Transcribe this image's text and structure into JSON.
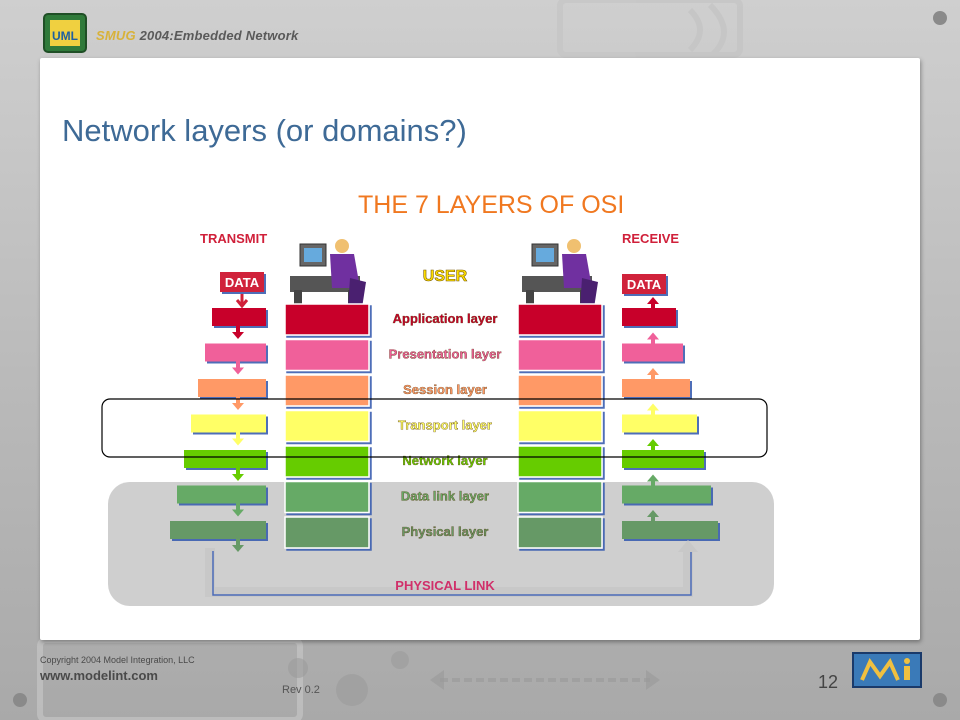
{
  "header": {
    "logo_text": "UML",
    "smug": "SMUG",
    "conference": "2004:Embedded Network"
  },
  "slide": {
    "title": "Network layers (or domains?)"
  },
  "diagram": {
    "title": "THE 7 LAYERS OF OSI",
    "transmit_label": "TRANSMIT",
    "receive_label": "RECEIVE",
    "data_label_left": "DATA",
    "data_label_right": "DATA",
    "user_label": "USER",
    "physical_link_label": "PHYSICAL LINK",
    "layers": [
      {
        "name": "Application layer",
        "color": "#c8002a"
      },
      {
        "name": "Presentation layer",
        "color": "#f0609a"
      },
      {
        "name": "Session layer",
        "color": "#ff9966"
      },
      {
        "name": "Transport layer",
        "color": "#ffff66"
      },
      {
        "name": "Network layer",
        "color": "#66cc00"
      },
      {
        "name": "Data link layer",
        "color": "#66aa66"
      },
      {
        "name": "Physical layer",
        "color": "#669966"
      }
    ]
  },
  "footer": {
    "copyright": "Copyright  2004 Model Integration, LLC",
    "website": "www.modelint.com",
    "revision": "Rev 0.2",
    "page_number": "12"
  }
}
